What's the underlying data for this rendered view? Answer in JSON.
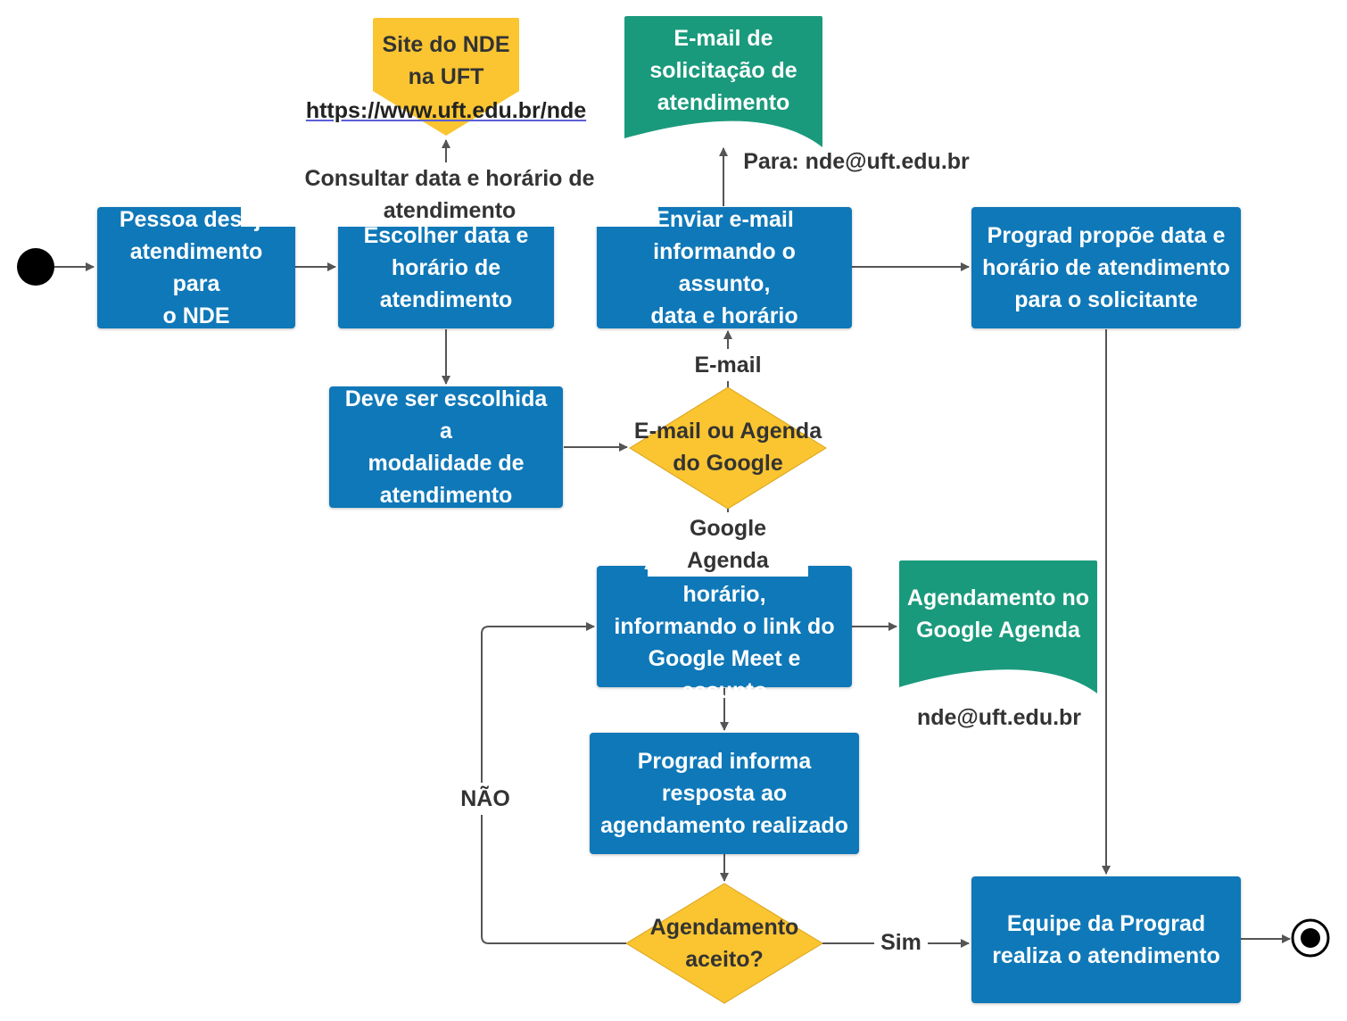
{
  "nodes": {
    "pessoa": "Pessoa deseja\natendimento para\no NDE",
    "escolher": "Escolher data e\nhorário de\natendimento",
    "deve": "Deve ser escolhida a\nmodalidade de\natendimento",
    "enviar": "Enviar e-mail\ninformando o assunto,\ndata e horário",
    "prograd_propoe": "Prograd propõe data e\nhorário de atendimento\npara o solicitante",
    "agendar": "Agendar data e horário,\ninformando o link do\nGoogle Meet e assunto",
    "prograd_informa": "Prograd informa\nresposta ao\nagendamento realizado",
    "equipe": "Equipe da Prograd\nrealiza o atendimento"
  },
  "decisions": {
    "email_ou_agenda": "E-mail ou Agenda\ndo Google",
    "aceito": "Agendamento\naceito?"
  },
  "documents": {
    "site": {
      "title": "Site do NDE\nna UFT",
      "caption": "https://www.uft.edu.br/nde"
    },
    "email_doc": {
      "title": "E-mail de\nsolicitação de\natendimento",
      "caption": "Para: nde@uft.edu.br"
    },
    "agenda_doc": {
      "title": "Agendamento no\nGoogle Agenda",
      "caption": "nde@uft.edu.br"
    }
  },
  "edge_labels": {
    "consultar": "Consultar data e horário de atendimento",
    "email": "E-mail",
    "google_agenda": "Google Agenda",
    "nao": "NÃO",
    "sim": "Sim"
  },
  "colors": {
    "process": "#0f78b8",
    "decision": "#fbc531",
    "document_green": "#1a9a7c",
    "document_yellow": "#fbc531",
    "arrow": "#555555",
    "text": "#333333"
  }
}
